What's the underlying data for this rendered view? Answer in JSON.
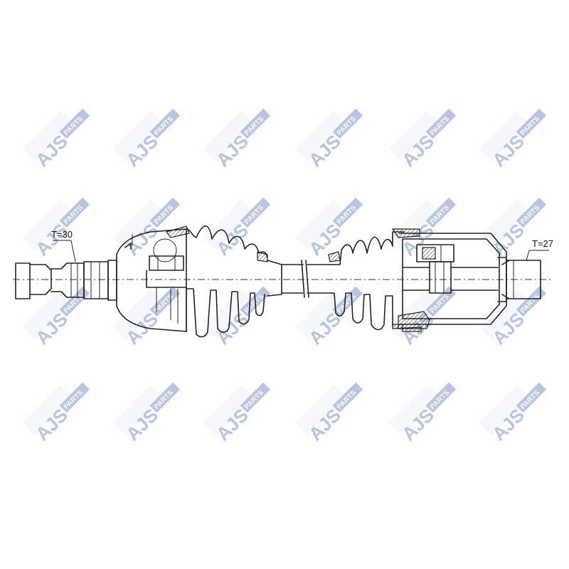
{
  "watermark": {
    "brand": "AJS",
    "sub": "PARTS",
    "color": "#7f94c7"
  },
  "diagram": {
    "left_label": "T=30",
    "right_label": "T=27"
  }
}
